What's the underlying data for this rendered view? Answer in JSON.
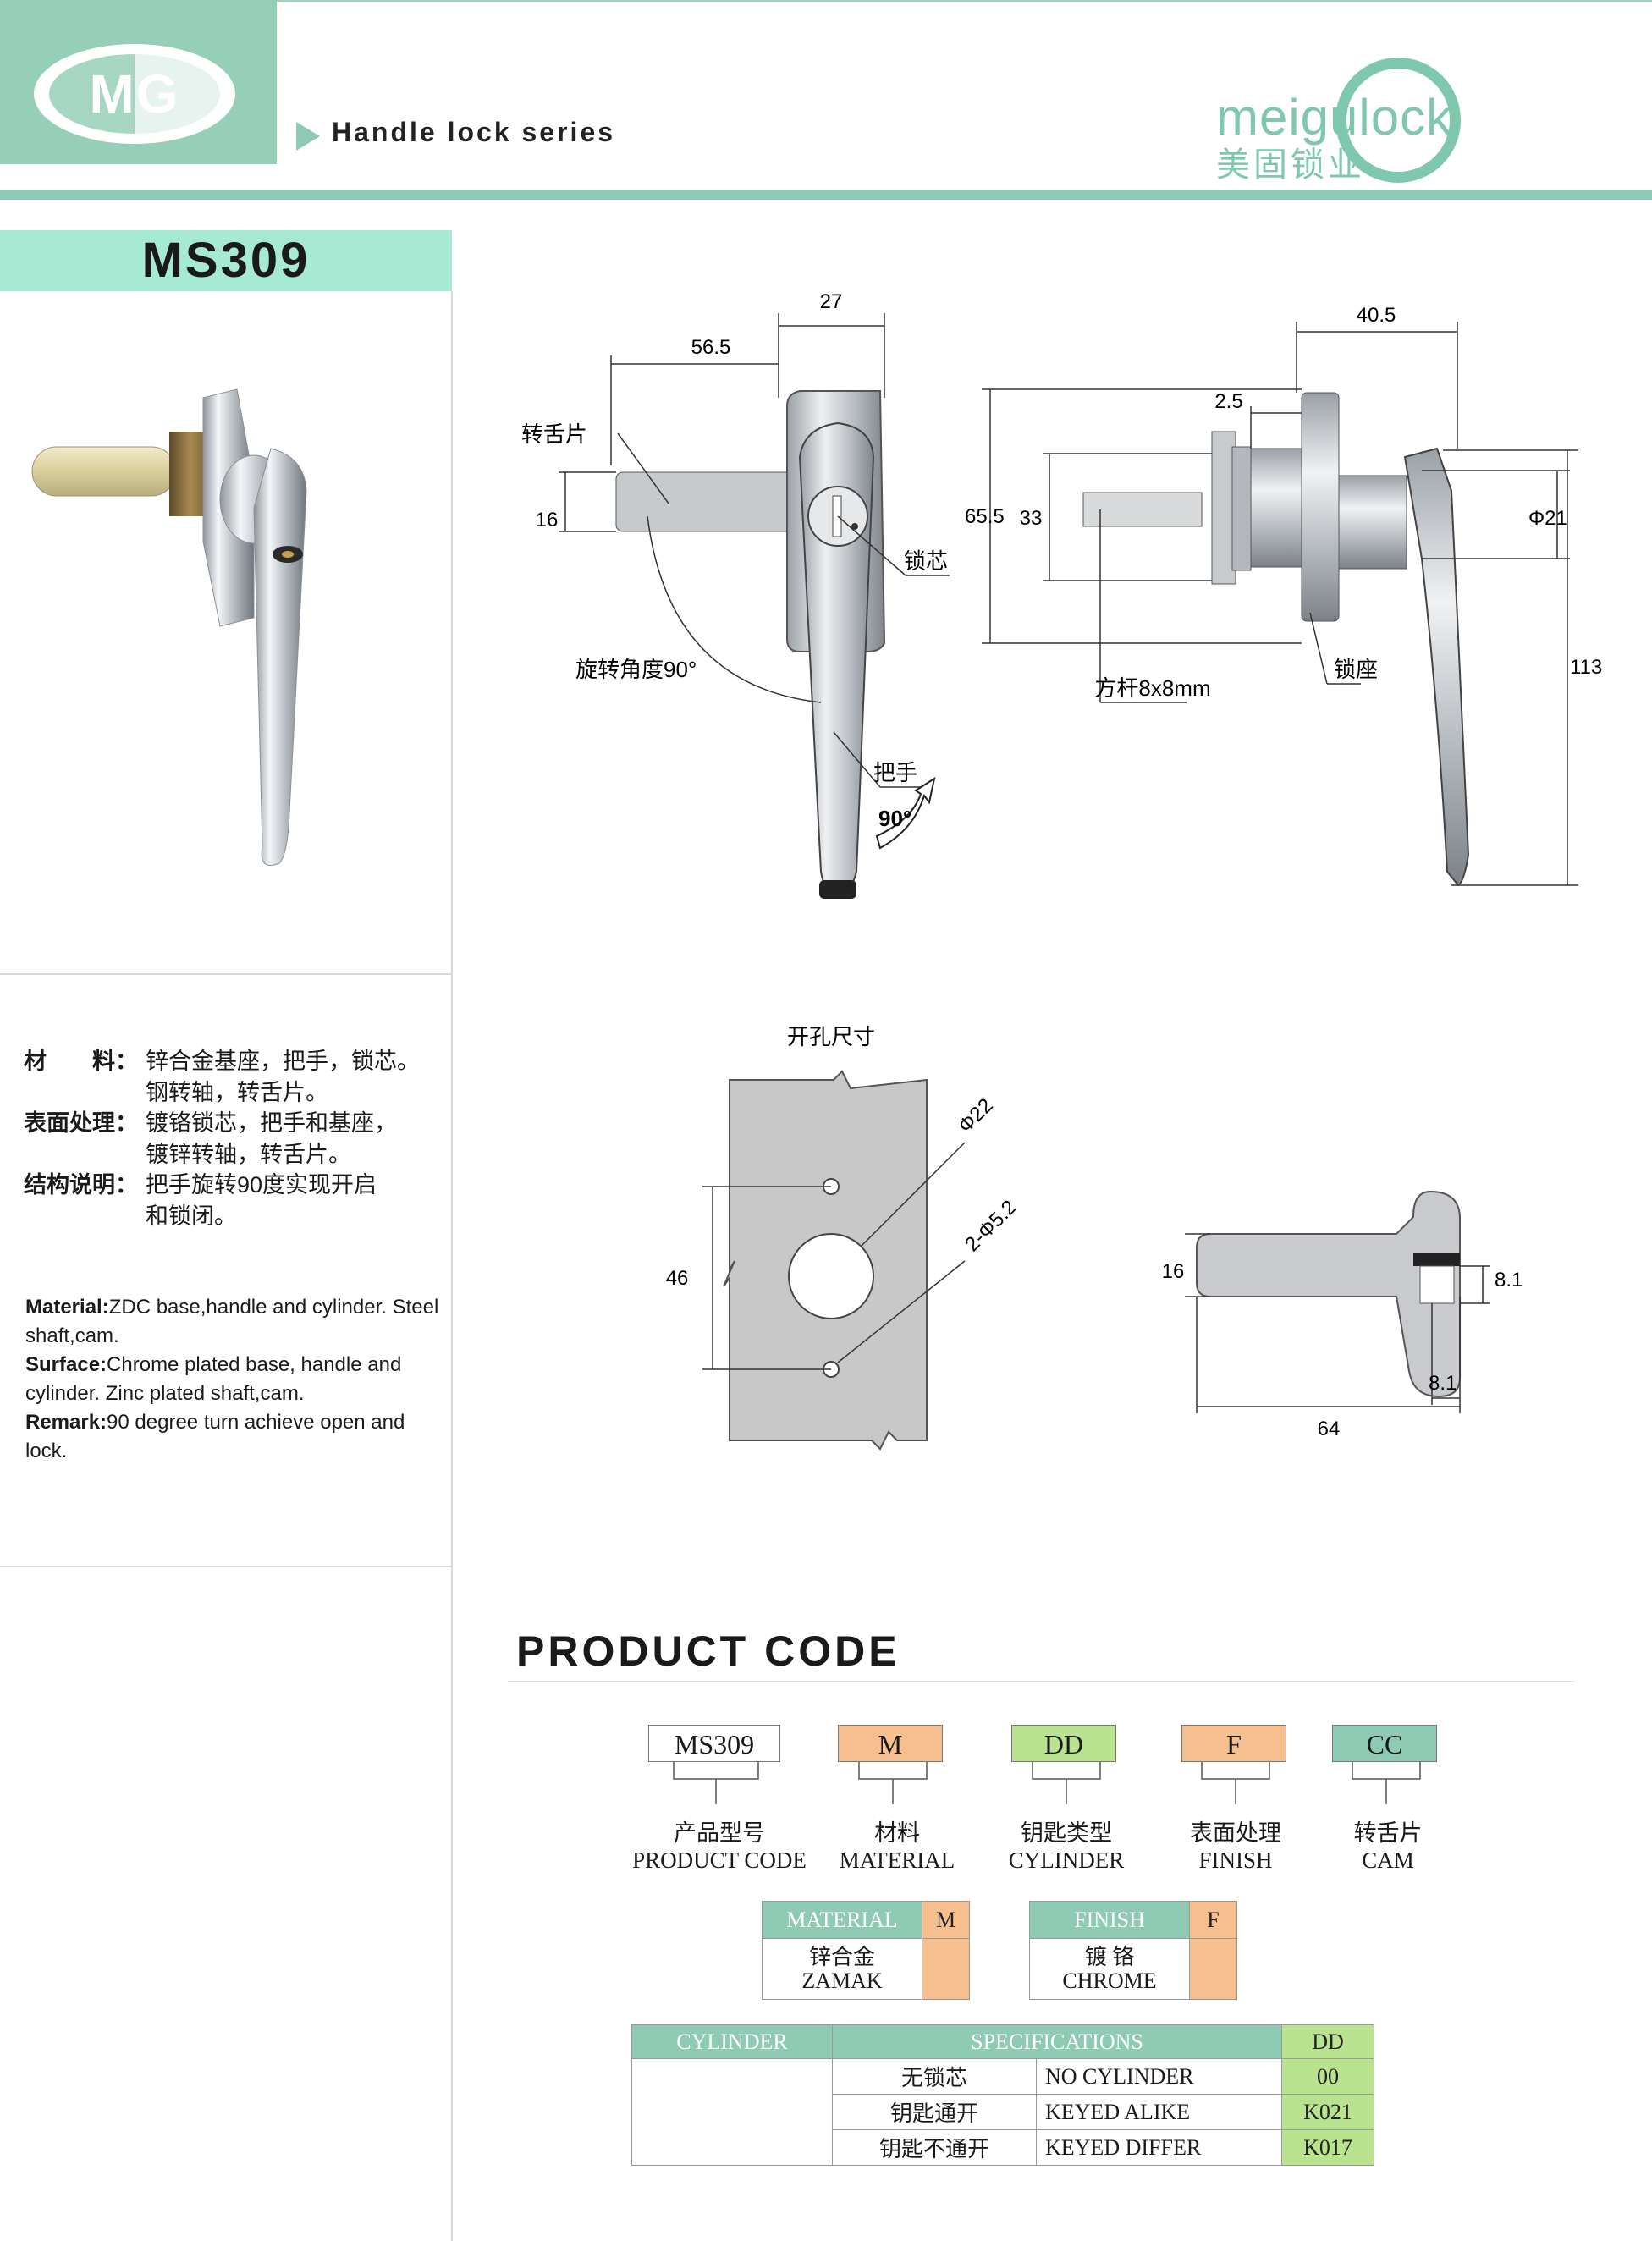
{
  "header": {
    "logo_text": "MG",
    "series": "Handle lock series",
    "brand_en": "meigulock",
    "brand_cn": "美固锁业"
  },
  "model": "MS309",
  "spec_cn": {
    "material_label": "材　　料：",
    "material_line1": "锌合金基座，把手，锁芯。",
    "material_line2": "钢转轴，转舌片。",
    "surface_label": "表面处理：",
    "surface_line1": "镀铬锁芯，把手和基座，",
    "surface_line2": "镀锌转轴，转舌片。",
    "remark_label": "结构说明：",
    "remark_line1": "把手旋转90度实现开启",
    "remark_line2": "和锁闭。"
  },
  "spec_en": {
    "material_label": "Material:",
    "material_text": "ZDC base,handle and cylinder. Steel shaft,cam.",
    "surface_label": "Surface:",
    "surface_text": "Chrome plated base, handle and cylinder. Zinc plated shaft,cam.",
    "remark_label": "Remark:",
    "remark_text": "90 degree turn achieve open and lock."
  },
  "front_view": {
    "dim_27": "27",
    "dim_56_5": "56.5",
    "dim_16": "16",
    "label_cam": "转舌片",
    "label_cylinder": "锁芯",
    "label_rotation": "旋转角度90°",
    "label_handle": "把手",
    "label_90": "90°"
  },
  "side_view": {
    "dim_40_5": "40.5",
    "dim_2_5": "2.5",
    "dim_65_5": "65.5",
    "dim_33": "33",
    "dim_phi21": "Φ21",
    "dim_113": "113",
    "label_shaft": "方杆8x8mm",
    "label_base": "锁座"
  },
  "cutout": {
    "title": "开孔尺寸",
    "dim_phi22": "Φ22",
    "dim_holes": "2-Φ5.2",
    "dim_46": "46"
  },
  "cam_view": {
    "dim_16": "16",
    "dim_8_1_right": "8.1",
    "dim_8_1_bottom": "8.1",
    "dim_64": "64"
  },
  "product_code": {
    "title": "PRODUCT CODE",
    "codes": [
      {
        "code": "MS309",
        "cn": "产品型号",
        "en": "PRODUCT CODE",
        "color": "#ffffff"
      },
      {
        "code": "M",
        "cn": "材料",
        "en": "MATERIAL",
        "color": "#f5bf8f"
      },
      {
        "code": "DD",
        "cn": "钥匙类型",
        "en": "CYLINDER",
        "color": "#b9e38f"
      },
      {
        "code": "F",
        "cn": "表面处理",
        "en": "FINISH",
        "color": "#f5bf8f"
      },
      {
        "code": "CC",
        "cn": "转舌片",
        "en": "CAM",
        "color": "#8fcab4"
      }
    ],
    "material_table": {
      "header": "MATERIAL",
      "code": "M",
      "cn": "锌合金",
      "en": "ZAMAK"
    },
    "finish_table": {
      "header": "FINISH",
      "code": "F",
      "cn": "镀 铬",
      "en": "CHROME"
    },
    "cylinder_table": {
      "header_left": "CYLINDER",
      "header_mid": "SPECIFICATIONS",
      "header_code": "DD",
      "rows": [
        {
          "cn": "无锁芯",
          "en": "NO CYLINDER",
          "code": "00"
        },
        {
          "cn": "钥匙通开",
          "en": "KEYED ALIKE",
          "code": "K021"
        },
        {
          "cn": "钥匙不通开",
          "en": "KEYED DIFFER",
          "code": "K017"
        }
      ]
    }
  }
}
